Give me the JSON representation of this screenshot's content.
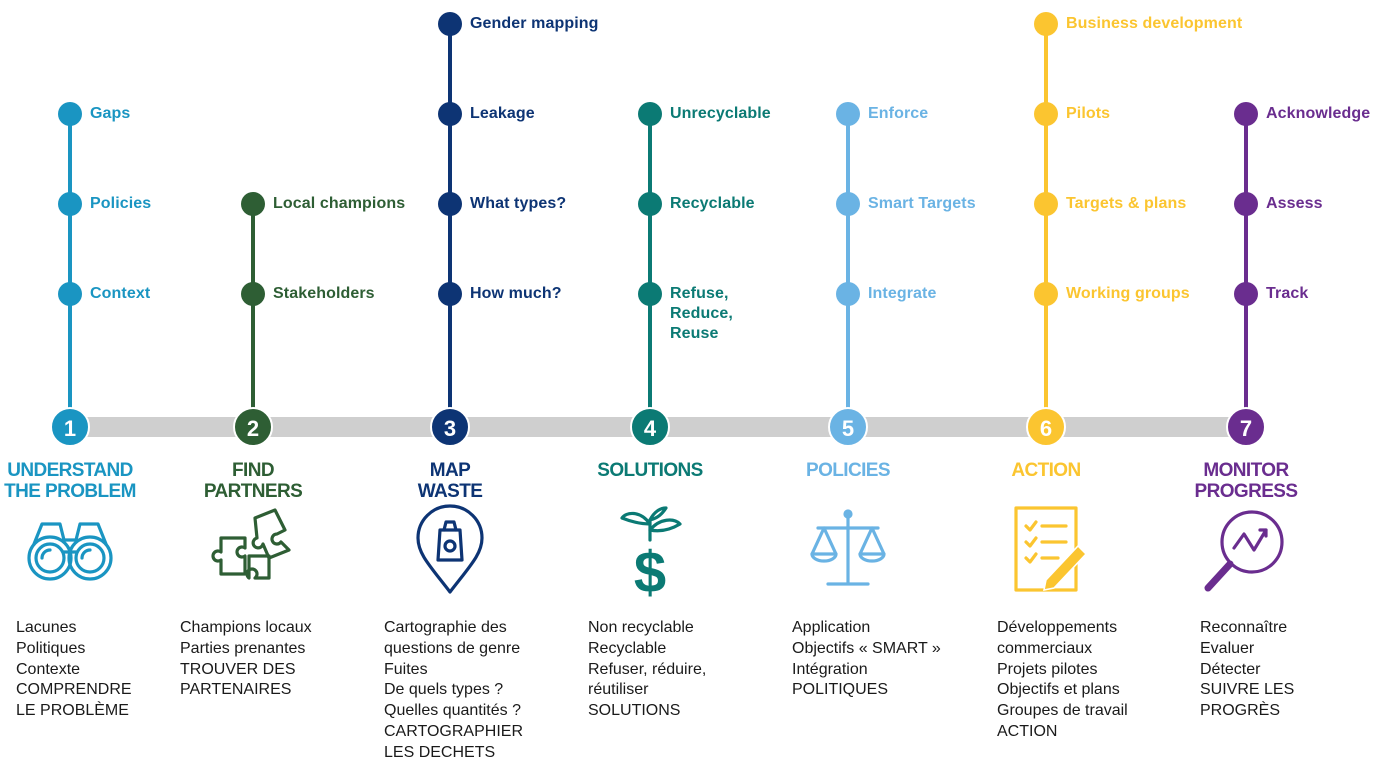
{
  "steps": [
    {
      "number": "1",
      "title": "UNDERSTAND\nTHE PROBLEM",
      "color": "#1a95c2",
      "icon": "binoculars-icon",
      "items": [
        "Gaps",
        "Policies",
        "Context"
      ],
      "french": "Lacunes\nPolitiques\nContexte\nCOMPRENDRE\nLE PROBLÈME"
    },
    {
      "number": "2",
      "title": "FIND\nPARTNERS",
      "color": "#2e5e34",
      "icon": "puzzle-icon",
      "items": [
        "Local champions",
        "Stakeholders"
      ],
      "french": "Champions locaux\nParties prenantes\nTROUVER DES\nPARTENAIRES"
    },
    {
      "number": "3",
      "title": "MAP\nWASTE",
      "color": "#0d3474",
      "icon": "map-pin-bag-icon",
      "items": [
        "Gender mapping",
        "Leakage",
        "What types?",
        "How much?"
      ],
      "french": "Cartographie des\nquestions de genre\nFuites\nDe quels types ?\nQuelles quantités ?\nCARTOGRAPHIER\nLES DECHETS"
    },
    {
      "number": "4",
      "title": "SOLUTIONS",
      "color": "#0b7a74",
      "icon": "dollar-sprout-icon",
      "items": [
        "Unrecyclable",
        "Recyclable",
        "Refuse,\nReduce,\nReuse"
      ],
      "french": "Non recyclable\nRecyclable\nRefuser, réduire,\nréutiliser\nSOLUTIONS"
    },
    {
      "number": "5",
      "title": "POLICIES",
      "color": "#6ab3e4",
      "icon": "scales-icon",
      "items": [
        "Enforce",
        "Smart Targets",
        "Integrate"
      ],
      "french": "Application\nObjectifs « SMART »\nIntégration\nPOLITIQUES"
    },
    {
      "number": "6",
      "title": "ACTION",
      "color": "#fbc530",
      "icon": "checklist-pencil-icon",
      "items": [
        "Business development",
        "Pilots",
        "Targets & plans",
        "Working groups"
      ],
      "french": "Développements\ncommerciaux\nProjets pilotes\nObjectifs et plans\nGroupes de travail\nACTION"
    },
    {
      "number": "7",
      "title": "MONITOR\nPROGRESS",
      "color": "#6a2d8f",
      "icon": "magnifier-chart-icon",
      "items": [
        "Acknowledge",
        "Assess",
        "Track"
      ],
      "french": "Reconnaître\nEvaluer\nDétecter\nSUIVRE LES\nPROGRÈS"
    }
  ]
}
